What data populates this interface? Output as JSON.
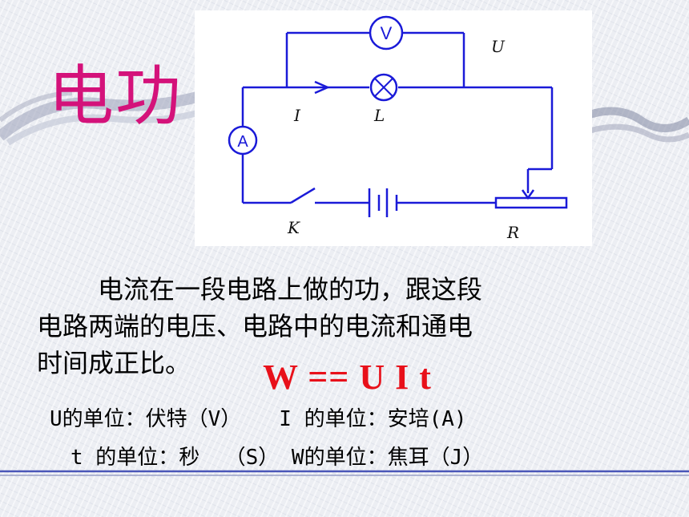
{
  "title": "电功",
  "circuit": {
    "labels": {
      "voltmeter_label": "U",
      "current_label": "I",
      "lamp_label": "L",
      "switch_label": "K",
      "rheostat_label": "R"
    },
    "symbols": {
      "voltmeter": "V",
      "ammeter": "A"
    },
    "icons": [
      "voltmeter-icon",
      "ammeter-icon",
      "lamp-icon",
      "battery-icon",
      "switch-icon",
      "rheostat-icon",
      "current-arrow-icon"
    ]
  },
  "paragraph": {
    "line1": "电流在一段电路上做的功，跟这段",
    "line2": "电路两端的电压、电路中的电流和通电",
    "line3": "时间成正比。"
  },
  "formula": "W == U I t",
  "units": {
    "line1": "U的单位：伏特（V）   I 的单位：安培(A)",
    "line2": "t 的单位：秒  （S） W的单位：焦耳（J）"
  },
  "colors": {
    "title": "#d4127a",
    "formula": "#e8101a",
    "wire": "#1a1ad8",
    "accent_line": "#4a56b8"
  }
}
